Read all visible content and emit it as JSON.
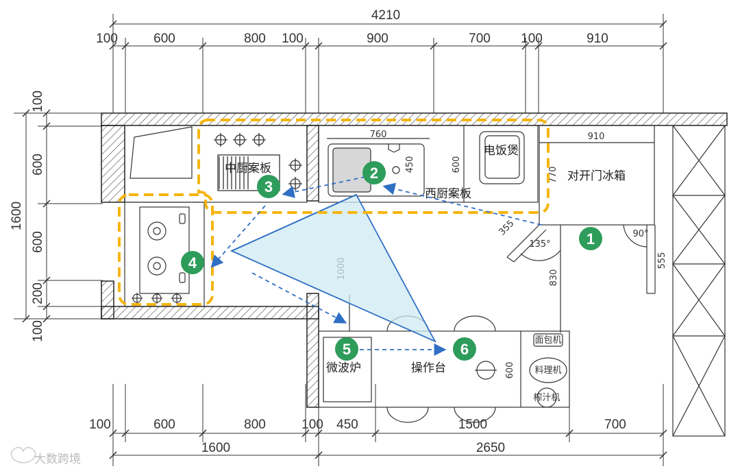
{
  "dimensions": {
    "top_total": "4210",
    "top_segments": [
      "100",
      "600",
      "800",
      "100",
      "900",
      "700",
      "100",
      "910"
    ],
    "bottom_segments": [
      "100",
      "600",
      "800",
      "100",
      "450",
      "1500",
      "700"
    ],
    "bottom_totals": [
      "1600",
      "2650"
    ],
    "left_total": "1600",
    "left_segments": [
      "100",
      "600",
      "600",
      "200",
      "100"
    ],
    "inner": {
      "sink_width": "760",
      "sink_depth": "450",
      "counter_depth_600": "600",
      "fridge_width": "910",
      "fridge_depth": "770",
      "passage_1000": "1000",
      "passage_830": "830",
      "door_555": "555",
      "door_355": "355",
      "angle_135": "135°",
      "angle_90": "90°",
      "island_depth": "600"
    }
  },
  "labels": {
    "chinese_counter": "中厨案板",
    "western_counter": "西厨案板",
    "rice_cooker": "电饭煲",
    "fridge": "对开门冰箱",
    "microwave": "微波炉",
    "work_table": "操作台",
    "appliance_1": "面包机",
    "appliance_2": "料理机",
    "appliance_3": "榨汁机"
  },
  "steps": [
    "1",
    "2",
    "3",
    "4",
    "5",
    "6"
  ],
  "colors": {
    "zone_dash": "#f5b50f",
    "flow": "#2f6fc4",
    "step_circle": "#2e9c5a",
    "triangle_fill": "#cfe9f3",
    "wall": "#222222"
  },
  "watermark": "大数跨境"
}
